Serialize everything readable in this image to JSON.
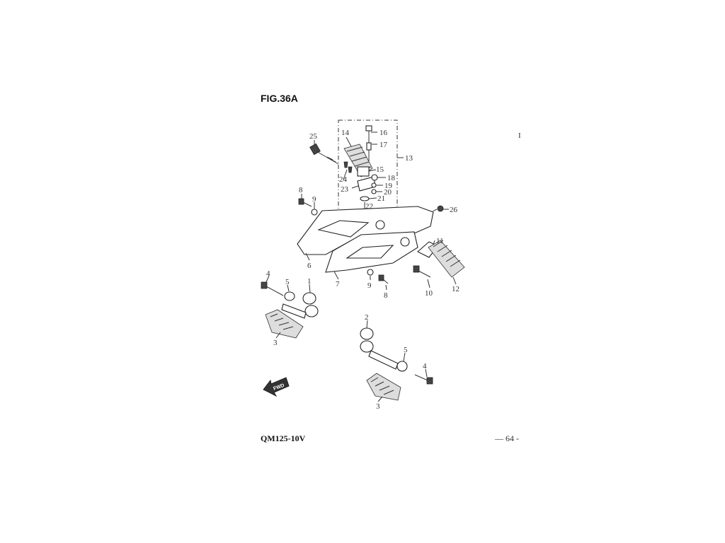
{
  "figure_title": "FIG.36A",
  "model_code": "QM125-10V",
  "page_number": "— 64 -",
  "corner_mark": "I",
  "direction_label": "FWD",
  "part_numbers": {
    "p1a": "1",
    "p2": "2",
    "p3a": "3",
    "p3b": "3",
    "p4a": "4",
    "p4b": "4",
    "p5a": "5",
    "p5b": "5",
    "p6": "6",
    "p7": "7",
    "p8a": "8",
    "p8b": "8",
    "p9a": "9",
    "p9b": "9",
    "p10": "10",
    "p11": "11",
    "p12": "12",
    "p13": "13",
    "p14": "14",
    "p15": "15",
    "p16": "16",
    "p17": "17",
    "p18": "18",
    "p19": "19",
    "p20": "20",
    "p21": "21",
    "p22": "22",
    "p23": "23",
    "p24": "24",
    "p25": "25",
    "p26": "26"
  }
}
